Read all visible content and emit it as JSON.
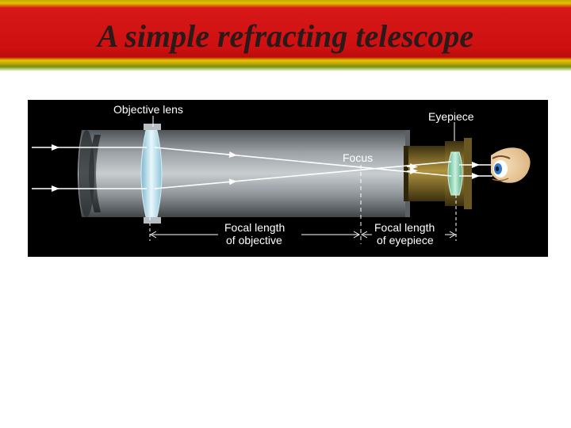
{
  "slide": {
    "title": "A simple refracting telescope"
  },
  "diagram": {
    "labels": {
      "objective_lens": "Objective lens",
      "eyepiece": "Eyepiece",
      "focus": "Focus",
      "focal_obj_1": "Focal length",
      "focal_obj_2": "of objective",
      "focal_eye_1": "Focal length",
      "focal_eye_2": "of eyepiece"
    },
    "colors": {
      "background": "#000000",
      "tube": "#8c9296",
      "eyepiece": "#8a7230",
      "lens": "#bfe3f0",
      "rays": "#ffffff"
    }
  }
}
